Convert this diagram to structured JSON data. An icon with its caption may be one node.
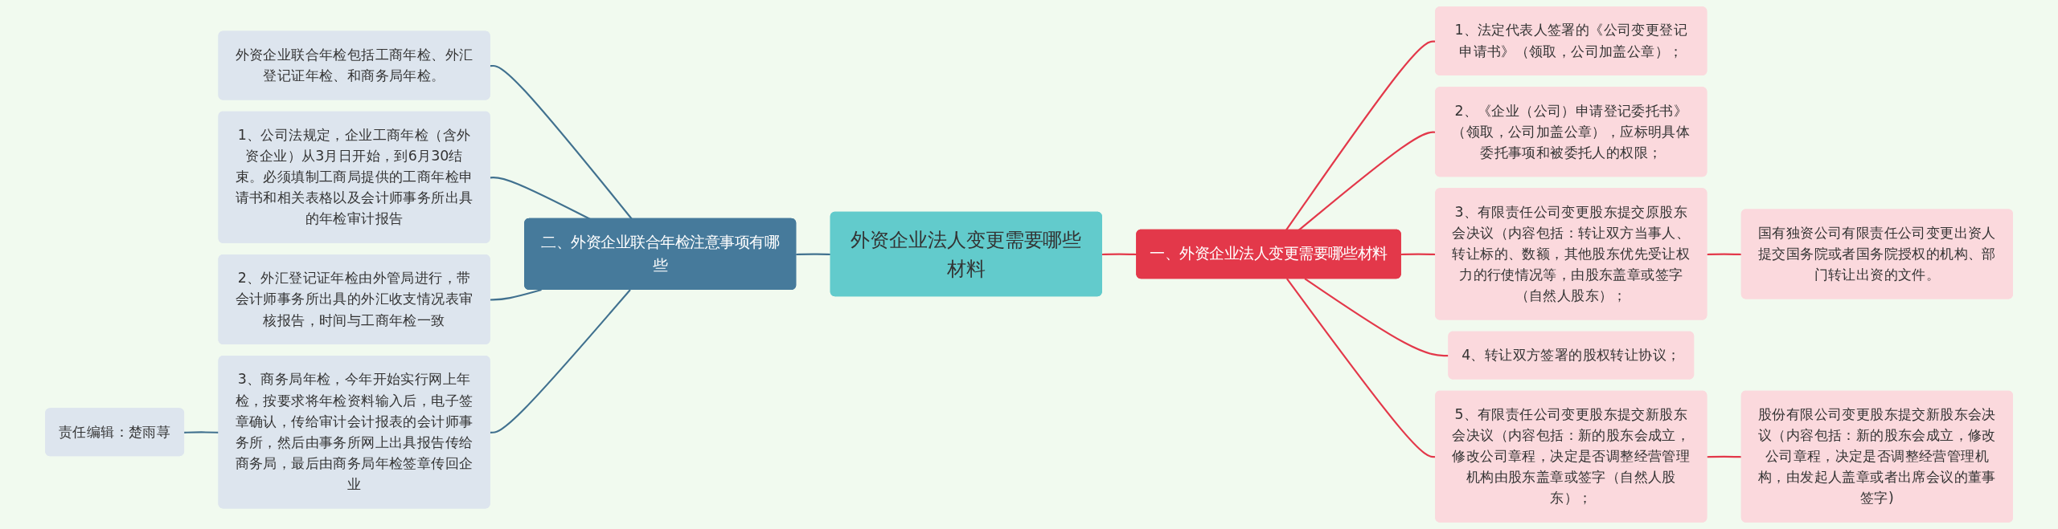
{
  "diagram": {
    "nodes": [
      {
        "text": [
          "外资企业法人变更需要哪些材料"
        ]
      },
      {
        "text": [
          "二、外资企业联合年检注意事项有哪些"
        ]
      },
      {
        "text": [
          "外资企业联合年检包括工商年检、外汇登记证年检、和商务局年检。"
        ]
      },
      {
        "text": [
          "1、公司法规定，企业工商年检（含外资企业）从3月日开始，到6月30结束。必须填制工商局提供的工商年检申请书和相关表格以及会计师事务所出具的年检审计报告"
        ]
      },
      {
        "text": [
          "2、外汇登记证年检由外管局进行，带会计师事务所出具的外汇收支情况表审核报告，时间与工商年检一致"
        ]
      },
      {
        "text": [
          "3、商务局年检，今年开始实行网上年检，按要求将年检资料输入后，电子签章确认，传给审计会计报表的会计师事务所，然后由事务所网上出具报告传给商务局，最后由商务局年检签章传回企业"
        ]
      },
      {
        "text": [
          "责任编辑：楚雨荨"
        ]
      },
      {
        "text": [
          "一、外资企业法人变更需要哪些材料"
        ]
      },
      {
        "text": [
          "1、法定代表人签署的《公司变更登记申请书》（领取，公司加盖公章）；"
        ]
      },
      {
        "text": [
          "2、《企业（公司）申请登记委托书》（领取，公司加盖公章），应标明具体委托事项和被委托人的权限；"
        ]
      },
      {
        "text": [
          "3、有限责任公司变更股东提交原股东会决议（内容包括：转让双方当事人、转让标的、数额，其他股东优先受让权力的行使情况等，由股东盖章或签字（自然人股东）；"
        ]
      },
      {
        "text": [
          "国有独资公司有限责任公司变更出资人提交国务院或者国务院授权的机构、部门转让出资的文件。"
        ]
      },
      {
        "text": [
          "4、转让双方签署的股权转让协议；"
        ]
      },
      {
        "text": [
          "5、有限责任公司变更股东提交新股东会决议（内容包括：新的股东会成立，修改公司章程，决定是否调整经营管理机构由股东盖章或签字（自然人股东）；"
        ]
      },
      {
        "text": [
          "股份有限公司变更股东提交新股东会决议（内容包括：新的股东会成立，修改公司章程，决定是否调整经营管理机构，由发起人盖章或者出席会议的董事签字)"
        ]
      }
    ],
    "edges": [
      {
        "from": 6,
        "to": 5,
        "arrow": "none",
        "color": "#41718f"
      },
      {
        "from": 2,
        "to": 1,
        "arrow": "none",
        "color": "#41718f"
      },
      {
        "from": 3,
        "to": 1,
        "arrow": "none",
        "color": "#41718f"
      },
      {
        "from": 4,
        "to": 1,
        "arrow": "none",
        "color": "#41718f"
      },
      {
        "from": 5,
        "to": 1,
        "arrow": "none",
        "color": "#41718f"
      },
      {
        "from": 1,
        "to": 0,
        "arrow": "none",
        "color": "#41718f"
      },
      {
        "from": 0,
        "to": 7,
        "arrow": "none"
      },
      {
        "from": 7,
        "to": 8,
        "arrow": "none"
      },
      {
        "from": 7,
        "to": 9,
        "arrow": "none"
      },
      {
        "from": 7,
        "to": 10,
        "arrow": "none"
      },
      {
        "from": 10,
        "to": 11,
        "arrow": "none"
      },
      {
        "from": 7,
        "to": 12,
        "arrow": "none"
      },
      {
        "from": 7,
        "to": 13,
        "arrow": "none"
      },
      {
        "from": 13,
        "to": 14,
        "arrow": "none"
      }
    ]
  }
}
